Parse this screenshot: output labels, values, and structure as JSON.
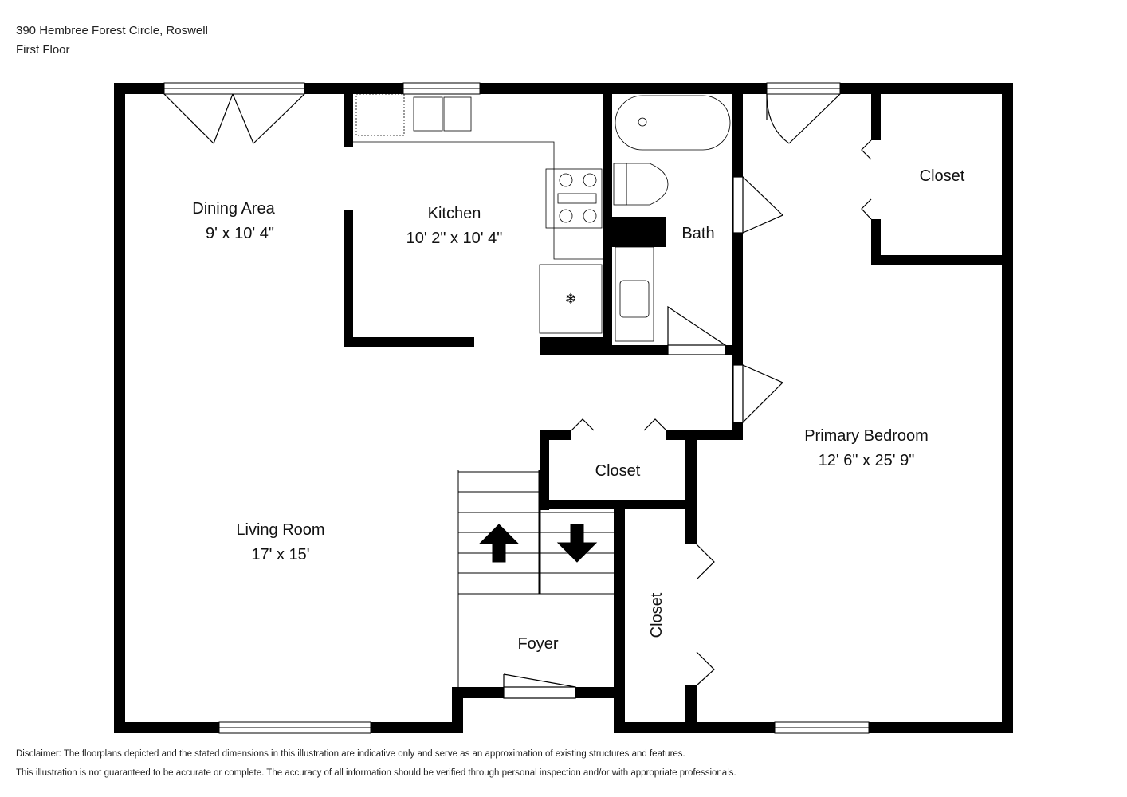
{
  "header": {
    "address": "390 Hembree Forest Circle, Roswell",
    "floor": "First Floor"
  },
  "rooms": {
    "dining": {
      "name": "Dining Area",
      "dims": "9' x 10' 4\""
    },
    "kitchen": {
      "name": "Kitchen",
      "dims": "10' 2\" x 10' 4\""
    },
    "bath": {
      "name": "Bath"
    },
    "closet_top_right": {
      "name": "Closet"
    },
    "living": {
      "name": "Living Room",
      "dims": "17' x 15'"
    },
    "hall_closet": {
      "name": "Closet"
    },
    "primary": {
      "name": "Primary Bedroom",
      "dims": "12' 6\" x 25' 9\""
    },
    "foyer": {
      "name": "Foyer"
    },
    "closet_vertical": {
      "name": "Closet"
    }
  },
  "disclaimer": {
    "line1": "Disclaimer: The floorplans depicted and the stated dimensions in this illustration are indicative only and serve as an approximation of existing structures and features.",
    "line2": "This illustration is not guaranteed to be accurate or complete. The accuracy of all information should be verified through personal inspection and/or with appropriate professionals."
  }
}
